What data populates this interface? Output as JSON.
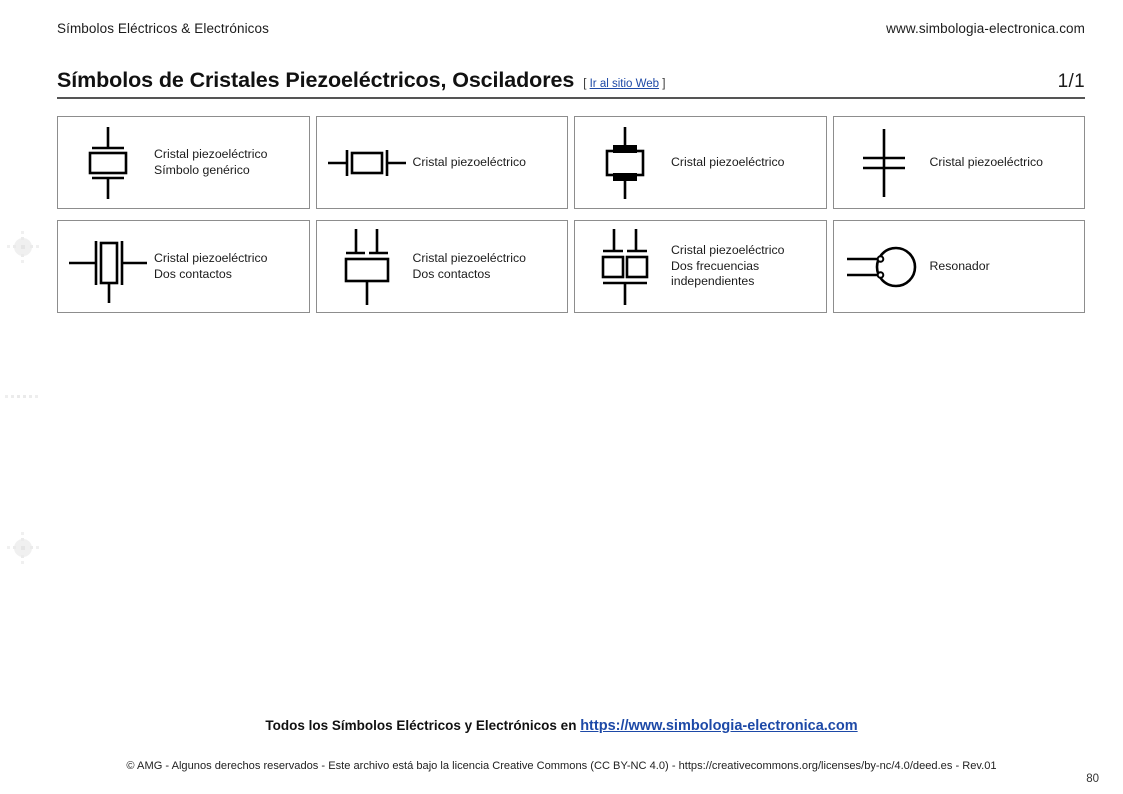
{
  "header": {
    "left_text": "Símbolos Eléctricos & Electrónicos",
    "right_text": "www.simbologia-electronica.com"
  },
  "title": {
    "text": "Símbolos de Cristales Piezoeléctricos, Osciladores",
    "bracket_open": "[",
    "link_text": "Ir al sitio Web",
    "bracket_close": "]",
    "page_count": "1/1"
  },
  "colors": {
    "link": "#1d49a7",
    "rule": "#555555",
    "cell_border": "#8d8d8d",
    "symbol_stroke": "#000000",
    "text": "#1b1b1b"
  },
  "grid": {
    "columns": 4,
    "rows": 2,
    "cells": [
      {
        "icon": "crystal-vertical-generic-icon",
        "label": "Cristal piezoeléctrico\nSímbolo genérico"
      },
      {
        "icon": "crystal-horizontal-icon",
        "label": "Cristal piezoeléctrico"
      },
      {
        "icon": "crystal-filled-plates-icon",
        "label": "Cristal piezoeléctrico"
      },
      {
        "icon": "crystal-two-plates-icon",
        "label": "Cristal piezoeléctrico"
      },
      {
        "icon": "crystal-two-contacts-horizontal-icon",
        "label": "Cristal piezoeléctrico\nDos contactos"
      },
      {
        "icon": "crystal-two-contacts-vertical-icon",
        "label": "Cristal piezoeléctrico\nDos contactos"
      },
      {
        "icon": "crystal-two-frequencies-icon",
        "label": "Cristal piezoeléctrico\nDos frecuencias\nindependientes"
      },
      {
        "icon": "resonator-icon",
        "label": "Resonador"
      }
    ]
  },
  "footer": {
    "line1_prefix": "Todos los Símbolos Eléctricos y Electrónicos en ",
    "line1_link": "https://www.simbologia-electronica.com",
    "line2": "© AMG - Algunos derechos reservados - Este archivo está bajo la licencia Creative Commons (CC BY-NC 4.0) - https://creativecommons.org/licenses/by-nc/4.0/deed.es - Rev.01",
    "page_number": "80"
  }
}
